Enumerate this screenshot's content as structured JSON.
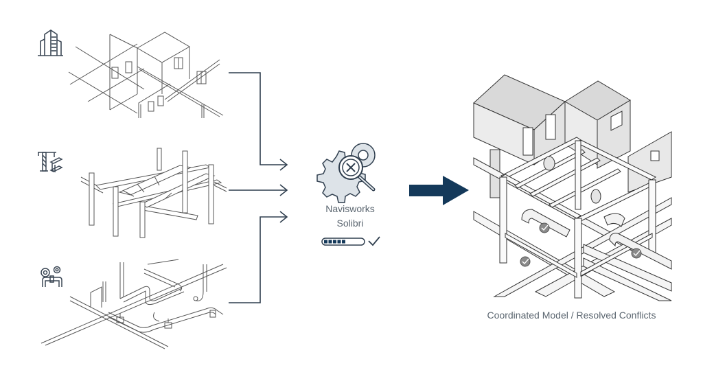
{
  "diagram": {
    "inputs": [
      {
        "discipline": "Architectural",
        "icon": "building-icon"
      },
      {
        "discipline": "Structural",
        "icon": "crane-beam-icon"
      },
      {
        "discipline": "MEP",
        "icon": "gears-pipe-icon"
      }
    ],
    "tool": {
      "icon": "gears-magnifier-clash-icon",
      "name_line1": "Navisworks",
      "name_line2": "Solibri",
      "progress": 0.7,
      "status_icon": "checkmark-icon"
    },
    "output": {
      "caption": "Coordinated Model / Resolved Conflicts",
      "resolved_markers": 3
    },
    "colors": {
      "arrow": "#14395a",
      "line": "#2f3e4e",
      "text": "#5b6670",
      "marker": "#8a8a8a"
    }
  }
}
